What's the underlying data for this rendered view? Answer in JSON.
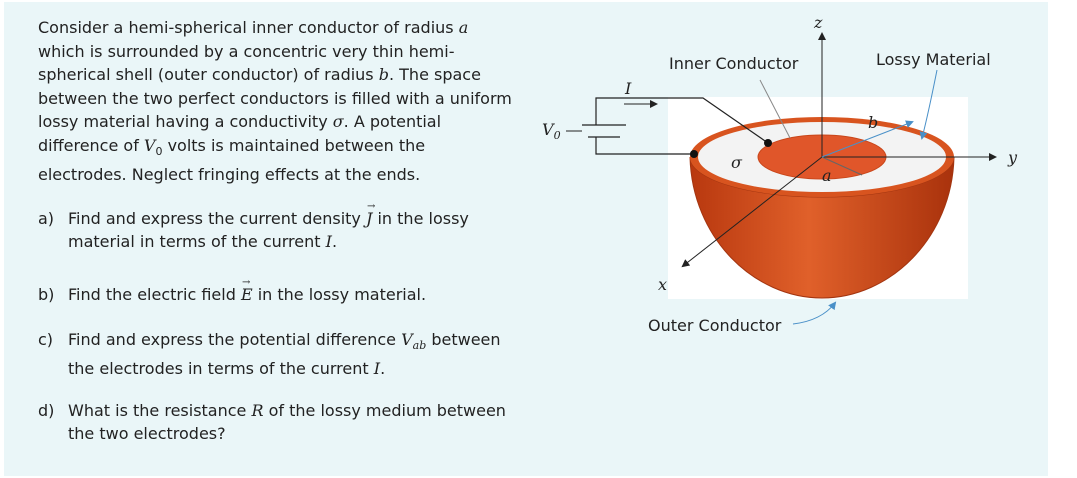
{
  "intro": {
    "l1": "Consider a hemi-spherical inner conductor of radius ",
    "a": "a",
    "l2": "which is surrounded by a concentric very thin hemi-",
    "l3": "spherical shell (outer conductor) of radius ",
    "b": "b",
    "l3b": ". The space",
    "l4": "between the two perfect conductors is filled with a uniform",
    "l5": "lossy material having a conductivity ",
    "sigma": "σ",
    "l5b": ". A potential",
    "l6": "difference of ",
    "V": "V",
    "sub0": "0",
    "l6b": " volts is maintained between the",
    "l7": "electrodes. Neglect fringing effects at the ends."
  },
  "questions": {
    "a": {
      "label": "a)",
      "t1": "Find and express the current density ",
      "sym": "J",
      "t2": " in the lossy",
      "t3": "material in terms of the current ",
      "I": "I",
      "end": "."
    },
    "b": {
      "label": "b)",
      "t1": "Find the electric field ",
      "sym": "E",
      "t2": " in the lossy material."
    },
    "c": {
      "label": "c)",
      "t1": "Find and express the potential difference ",
      "V": "V",
      "sub": "ab",
      "t2": " between",
      "t3": "the electrodes in terms of the current ",
      "I": "I",
      "end": "."
    },
    "d": {
      "label": "d)",
      "t1": "What is the resistance ",
      "R": "R",
      "t2": " of the lossy medium between",
      "t3": "the two electrodes?"
    }
  },
  "diagram": {
    "inner_conductor": "Inner Conductor",
    "lossy_material": "Lossy Material",
    "outer_conductor": "Outer Conductor",
    "z": "z",
    "y": "y",
    "x": "x",
    "I": "I",
    "V0": "V",
    "V0_sub": "0",
    "sigma": "σ",
    "a": "a",
    "b": "b"
  },
  "colors": {
    "slide_bg": "#eaf6f8",
    "conductor": "#d24a1c",
    "inner": "#e05a28",
    "white": "#f4f4f4",
    "arrow": "#4a90c8"
  }
}
